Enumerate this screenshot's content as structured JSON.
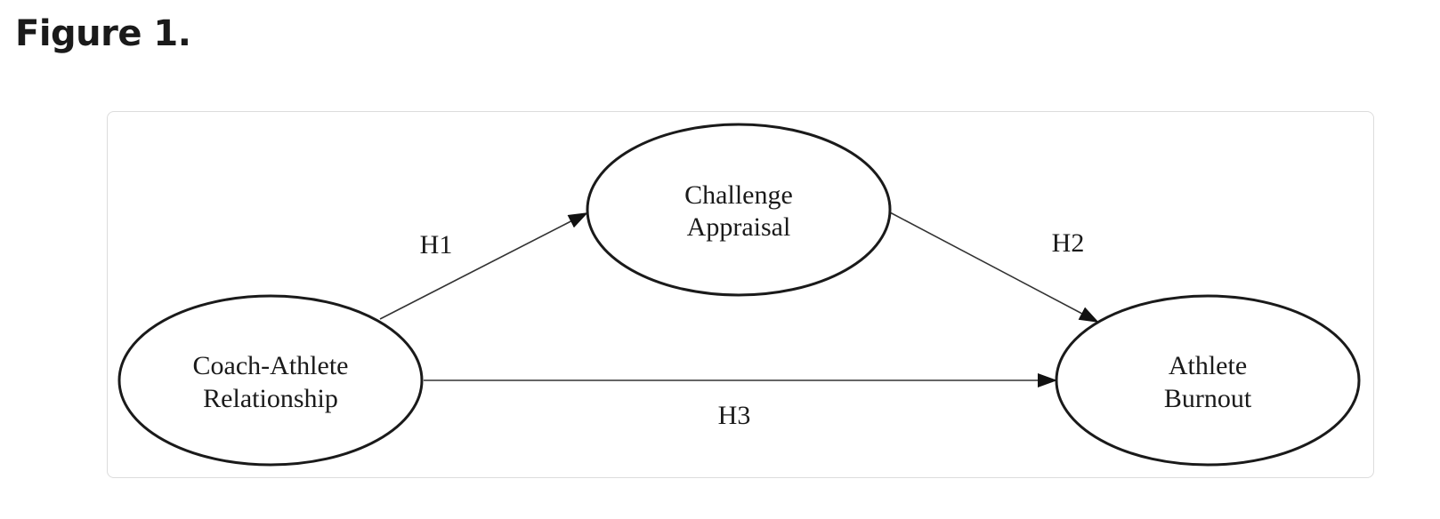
{
  "figure": {
    "title": "Figure 1."
  },
  "diagram": {
    "nodes": {
      "coach_athlete": {
        "line1": "Coach-Athlete",
        "line2": "Relationship"
      },
      "challenge": {
        "line1": "Challenge",
        "line2": "Appraisal"
      },
      "burnout": {
        "line1": "Athlete",
        "line2": "Burnout"
      }
    },
    "edges": {
      "h1": {
        "label": "H1"
      },
      "h2": {
        "label": "H2"
      },
      "h3": {
        "label": "H3"
      }
    }
  }
}
